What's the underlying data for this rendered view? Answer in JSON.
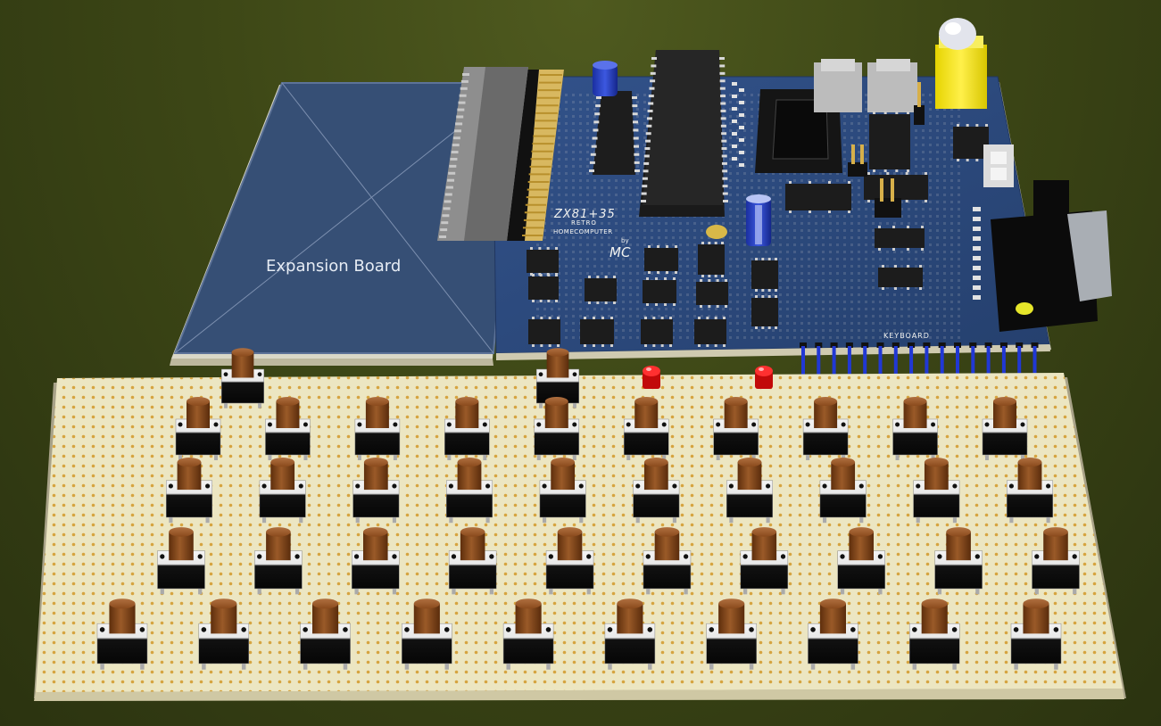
{
  "scene": {
    "background_color": "#3d4716",
    "expansion_board_label": "Expansion Board",
    "pcb_title": "ZX81+35",
    "pcb_subtitle_1": "RETRO",
    "pcb_subtitle_2": "HOMECOMPUTER",
    "pcb_by": "by",
    "pcb_author": "MC",
    "pcb_keyboard_label": "KEYBOARD",
    "pcb_color": "#2c4a7c",
    "perfboard_color": "#ece6c2",
    "button_cap_color": "#8a4a1c",
    "led_color": "#e01010",
    "keyboard_rows": 4,
    "keys_per_row": 10
  }
}
